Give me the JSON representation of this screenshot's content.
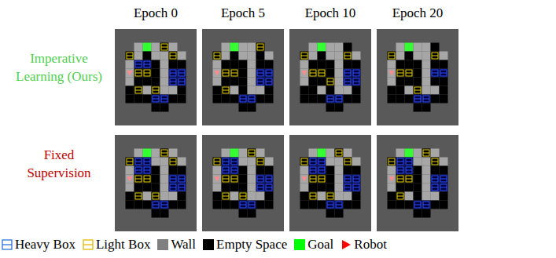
{
  "diagram": {
    "labels": [
      "Epoch 0",
      "Epoch 5",
      "Epoch 10",
      "Epoch 20",
      "Imperative Learning (Ours)",
      "Fixed Supervision"
    ],
    "legend": [
      {
        "text": "Heavy Box"
      },
      {
        "text": "Light Box"
      },
      {
        "text": "Wall",
        "color": "#808080"
      },
      {
        "text": "Empty Space",
        "color": "#000000"
      },
      {
        "text": "Goal",
        "color": "#00ff00"
      },
      {
        "text": "Robot"
      }
    ]
  }
}
